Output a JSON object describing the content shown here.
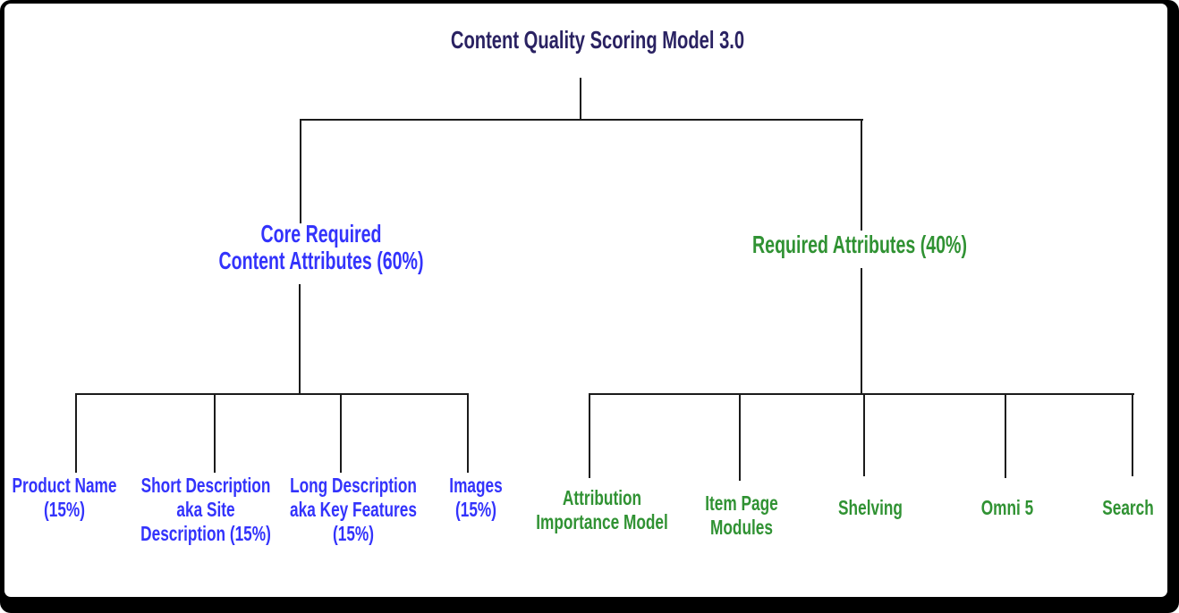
{
  "title": "Content Quality Scoring Model 3.0",
  "colors": {
    "title": "#2A2262",
    "blue": "#3333FC",
    "green": "#309233",
    "line": "#1B1B1B",
    "frame": "#000000",
    "background": "#FFFFFF"
  },
  "nodes": {
    "core": {
      "lines": [
        "Core Required",
        "Content Attributes (60%)"
      ]
    },
    "required": {
      "label": "Required Attributes (40%)"
    },
    "core_children": [
      {
        "lines": [
          "Product Name",
          "(15%)"
        ]
      },
      {
        "lines": [
          "Short Description",
          "aka Site",
          "Description (15%)"
        ]
      },
      {
        "lines": [
          "Long Description",
          "aka Key Features",
          "(15%)"
        ]
      },
      {
        "lines": [
          "Images",
          "(15%)"
        ]
      }
    ],
    "required_children": [
      {
        "lines": [
          "Attribution",
          "Importance Model"
        ]
      },
      {
        "lines": [
          "Item Page",
          "Modules"
        ]
      },
      {
        "lines": [
          "Shelving"
        ]
      },
      {
        "lines": [
          "Omni 5"
        ]
      },
      {
        "lines": [
          "Search"
        ]
      }
    ]
  }
}
